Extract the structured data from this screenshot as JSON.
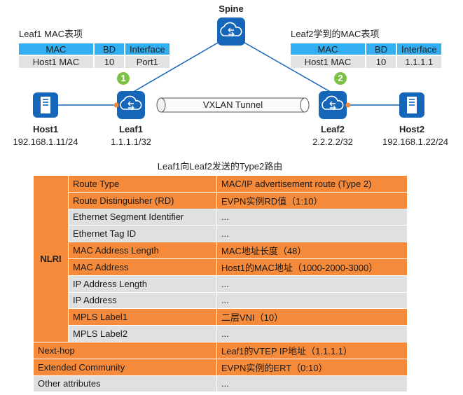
{
  "spine": {
    "label": "Spine"
  },
  "leaf1": {
    "label": "Leaf1",
    "ip": "1.1.1.1/32",
    "badge": "1"
  },
  "leaf2": {
    "label": "Leaf2",
    "ip": "2.2.2.2/32",
    "badge": "2"
  },
  "host1": {
    "label": "Host1",
    "ip": "192.168.1.11/24"
  },
  "host2": {
    "label": "Host2",
    "ip": "192.168.1.22/24"
  },
  "tunnel": {
    "label": "VXLAN Tunnel"
  },
  "mac_table_left": {
    "title": "Leaf1 MAC表项",
    "headers": [
      "MAC",
      "BD",
      "Interface"
    ],
    "row": [
      "Host1 MAC",
      "10",
      "Port1"
    ]
  },
  "mac_table_right": {
    "title": "Leaf2学到的MAC表项",
    "headers": [
      "MAC",
      "BD",
      "Interface"
    ],
    "row": [
      "Host1 MAC",
      "10",
      "1.1.1.1"
    ]
  },
  "route_table": {
    "title": "Leaf1向Leaf2发送的Type2路由",
    "nlri_label": "NLRI",
    "nlri_rows": [
      {
        "field": "Route Type",
        "value": "MAC/IP advertisement route (Type 2)",
        "highlight": true
      },
      {
        "field": "Route Distinguisher (RD)",
        "value": "EVPN实例RD值（1:10）",
        "highlight": true
      },
      {
        "field": "Ethernet Segment Identifier",
        "value": "...",
        "highlight": false
      },
      {
        "field": "Ethernet Tag ID",
        "value": "...",
        "highlight": false
      },
      {
        "field": "MAC Address Length",
        "value": "MAC地址长度（48）",
        "highlight": true
      },
      {
        "field": "MAC Address",
        "value": "Host1的MAC地址（1000-2000-3000）",
        "highlight": true
      },
      {
        "field": "IP Address Length",
        "value": "...",
        "highlight": false
      },
      {
        "field": "IP Address",
        "value": "...",
        "highlight": false
      },
      {
        "field": "MPLS Label1",
        "value": "二层VNI（10）",
        "highlight": true
      },
      {
        "field": "MPLS Label2",
        "value": "...",
        "highlight": false
      }
    ],
    "other_rows": [
      {
        "field": "Next-hop",
        "value": "Leaf1的VTEP IP地址（1.1.1.1）",
        "highlight": true
      },
      {
        "field": "Extended Community",
        "value": "EVPN实例的ERT（0:10）",
        "highlight": true
      },
      {
        "field": "Other attributes",
        "value": "...",
        "highlight": false
      }
    ]
  },
  "colors": {
    "highlight": "#f58a3a",
    "plain": "#e0e0e0",
    "header": "#33aef0",
    "device": "#1565b8",
    "badge": "#7cc242"
  }
}
